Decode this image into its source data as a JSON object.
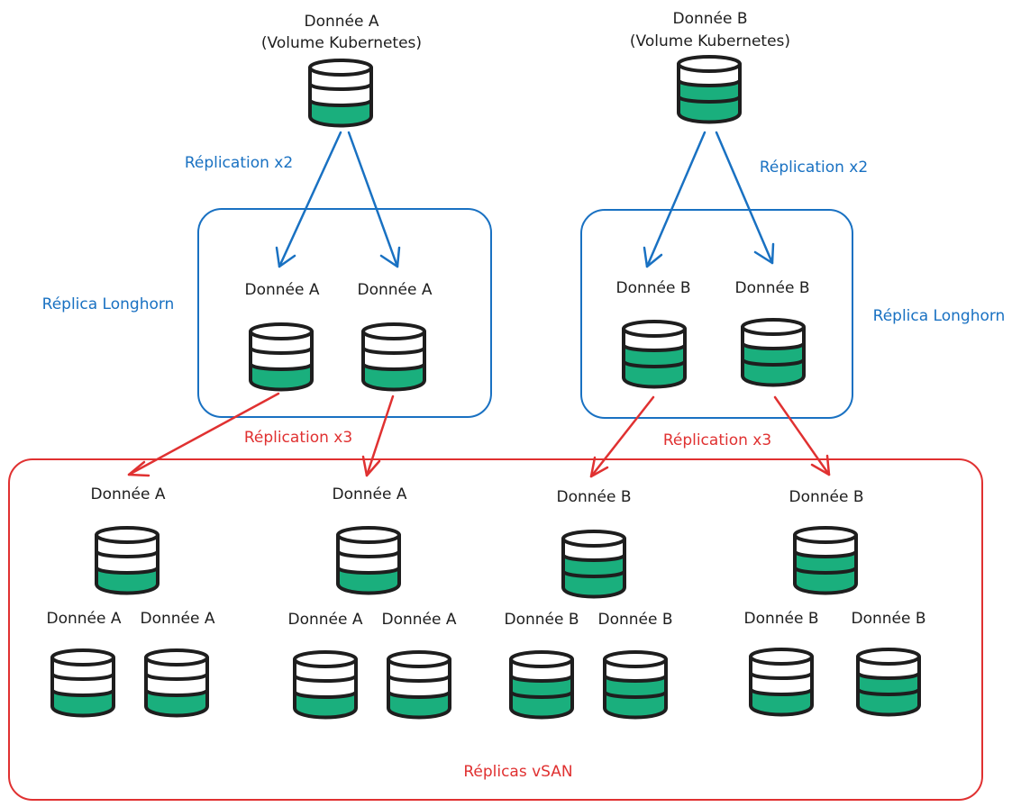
{
  "top": {
    "a": {
      "title": "Donnée A",
      "subtitle": "(Volume Kubernetes)"
    },
    "b": {
      "title": "Donnée B",
      "subtitle": "(Volume Kubernetes)"
    }
  },
  "longhorn": {
    "replication_label_a": "Réplication x2",
    "replication_label_b": "Réplication x2",
    "group_label_a": "Réplica Longhorn",
    "group_label_b": "Réplica Longhorn",
    "items": [
      "Donnée A",
      "Donnée A",
      "Donnée B",
      "Donnée B"
    ]
  },
  "vsan": {
    "replication_label_a": "Réplication x3",
    "replication_label_b": "Réplication x3",
    "group_label": "Réplicas vSAN",
    "primaries": [
      "Donnée A",
      "Donnée A",
      "Donnée B",
      "Donnée B"
    ],
    "secondaries": [
      "Donnée A",
      "Donnée A",
      "Donnée A",
      "Donnée A",
      "Donnée B",
      "Donnée B",
      "Donnée B",
      "Donnée B"
    ]
  },
  "colors": {
    "ink": "#1e1e1e",
    "disk_fill": "#1aaf7d",
    "longhorn": "#1971c2",
    "vsan": "#e03131"
  },
  "icons": {
    "storage": "database-icon"
  }
}
